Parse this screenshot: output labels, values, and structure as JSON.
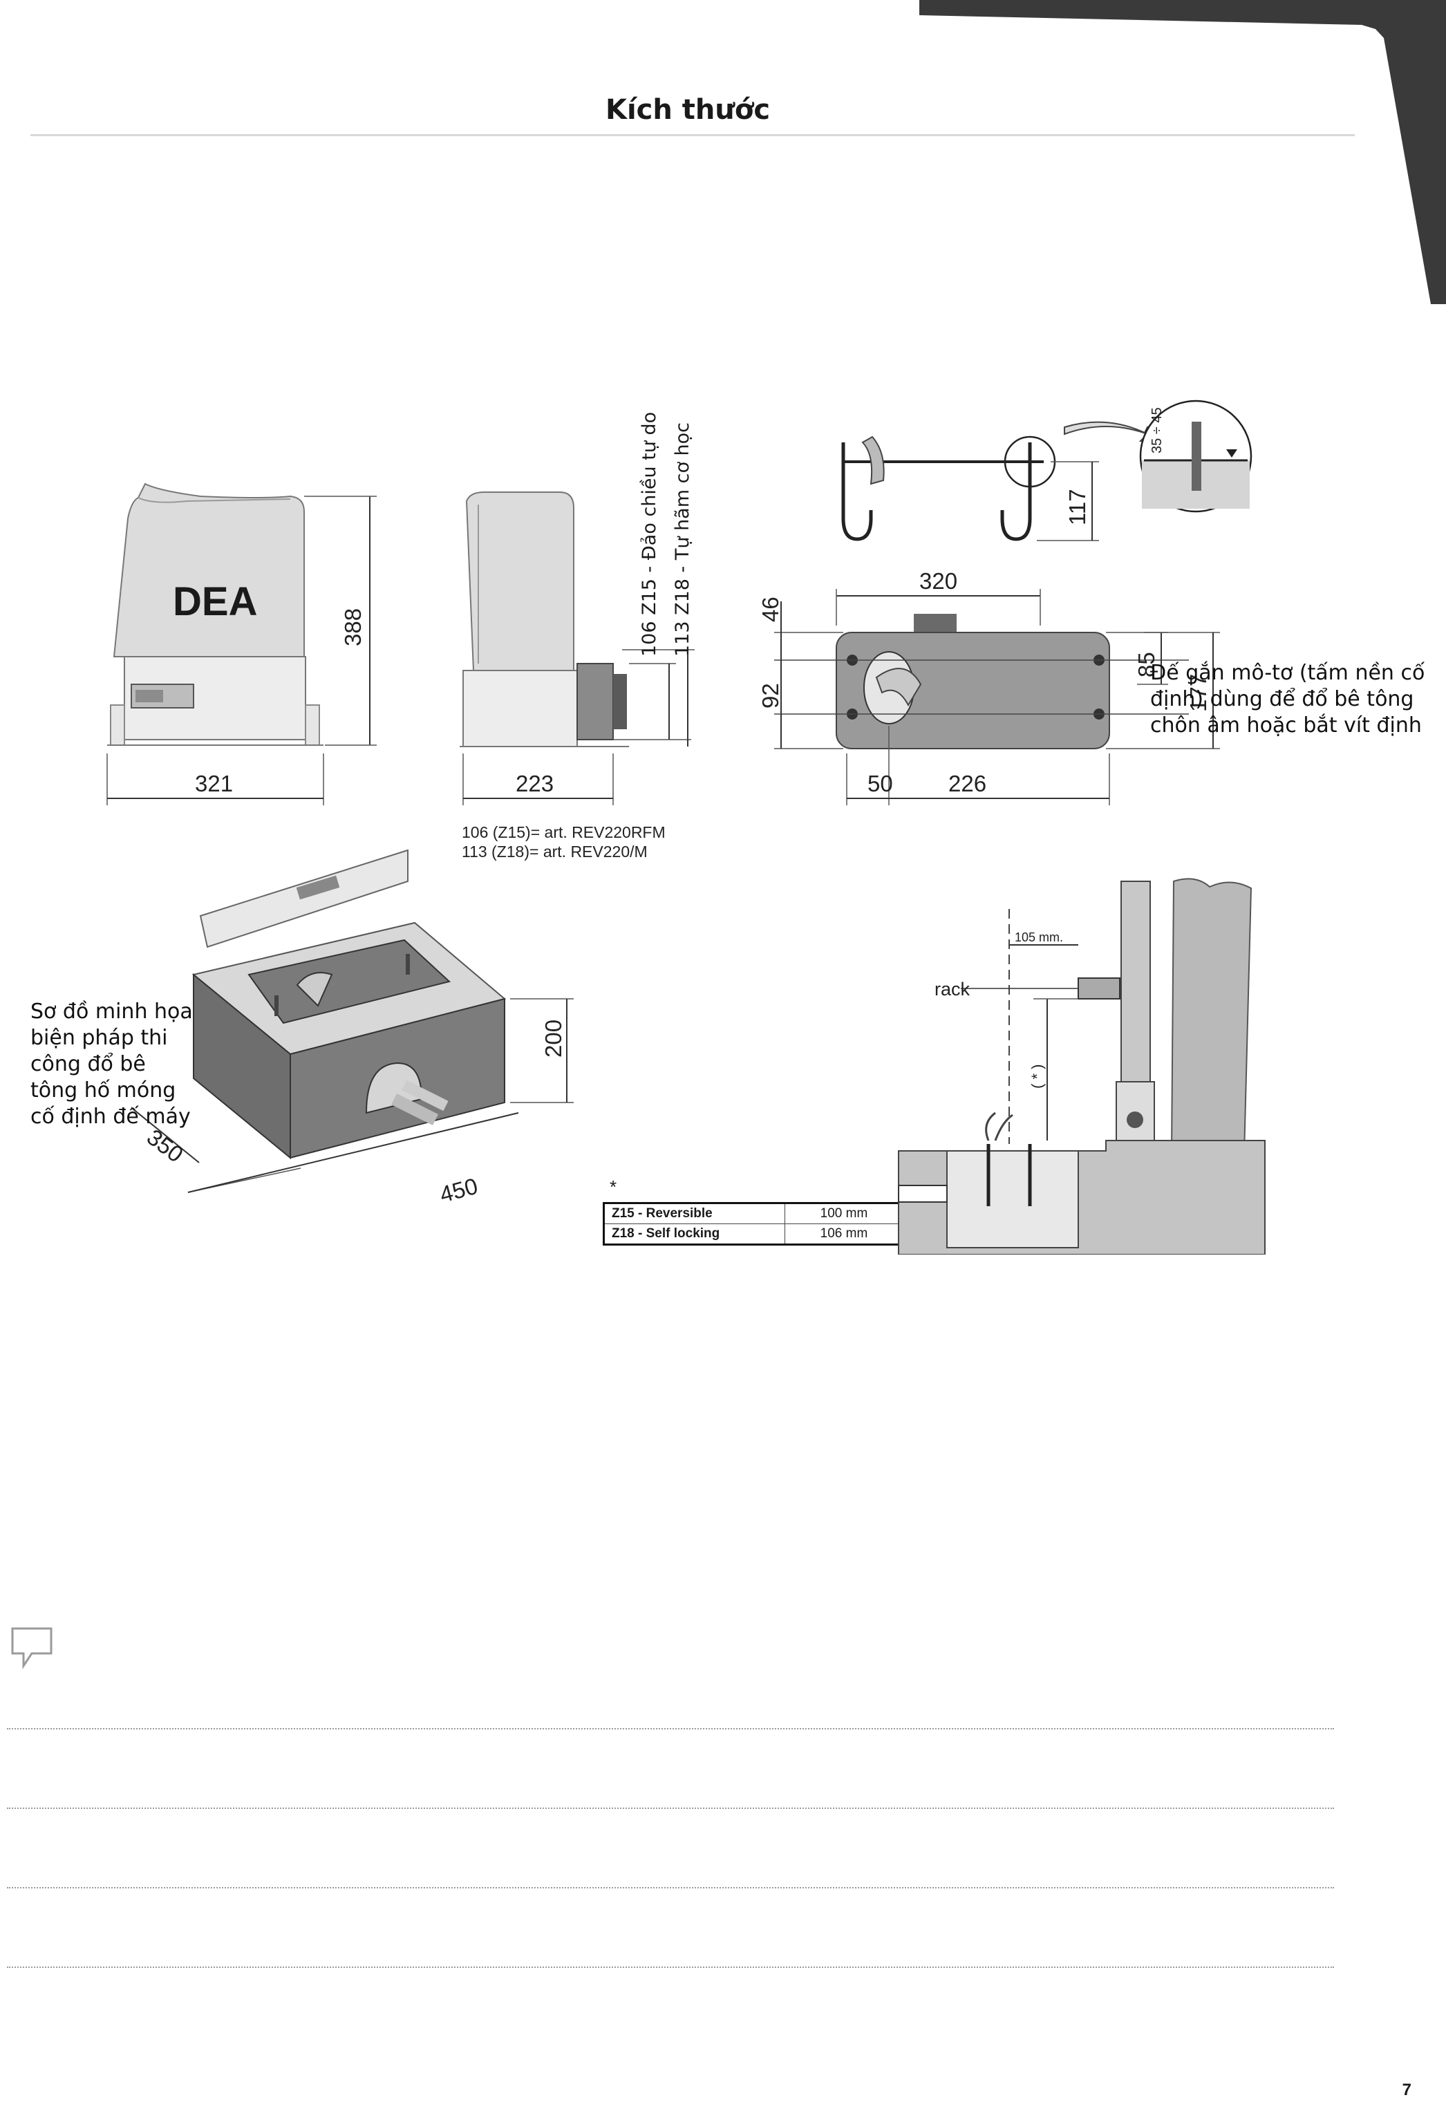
{
  "page": {
    "title": "Kích thước",
    "page_number": "7"
  },
  "operator": {
    "brand": "DEA",
    "dim_height": "388",
    "dim_width_front": "321",
    "dim_width_side": "223",
    "dim_side_106": "106 Z15 - Đảo chiều tự do",
    "dim_side_113": "113 Z18 - Tự hãm cơ học",
    "ref_line_1": "106 (Z15)=  art. REV220RFM",
    "ref_line_2": "113 (Z18)=  art. REV220/M"
  },
  "baseplate": {
    "dim_320": "320",
    "dim_46": "46",
    "dim_92": "92",
    "dim_85": "85",
    "dim_177": "177",
    "dim_117": "117",
    "dim_50": "50",
    "dim_226": "226",
    "detail_label": "35 ÷ 45",
    "note": "Đế gắn mô-tơ (tấm nền cố định) dùng để đổ bê tông chôn âm hoặc bắt vít định"
  },
  "foundation": {
    "note": "Sơ đồ minh họa biện pháp thi công đổ bê tông hố móng cố định đế máy",
    "dim_200": "200",
    "dim_350": "350",
    "dim_450": "450"
  },
  "table": {
    "asterisk": "*",
    "rows": [
      {
        "label": "Z15 - Reversible",
        "value": "100 mm"
      },
      {
        "label": "Z18 - Self locking",
        "value": "106 mm"
      }
    ]
  },
  "installation": {
    "dim_105": "105 mm.",
    "rack_label": "rack",
    "star_label": "( * )"
  },
  "colors": {
    "housing": "#dcdcdc",
    "plate": "#9a9a9a",
    "concrete": "#cfcfcf",
    "corner_tab": "#3a3a3a"
  }
}
